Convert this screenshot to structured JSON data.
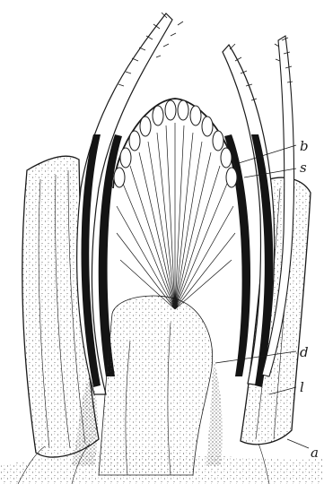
{
  "figure": {
    "labels": {
      "b": "b",
      "s": "s",
      "d": "d",
      "l": "l",
      "a": "a"
    },
    "colors": {
      "ink": "#1a1a1a",
      "paper": "#ffffff"
    }
  }
}
